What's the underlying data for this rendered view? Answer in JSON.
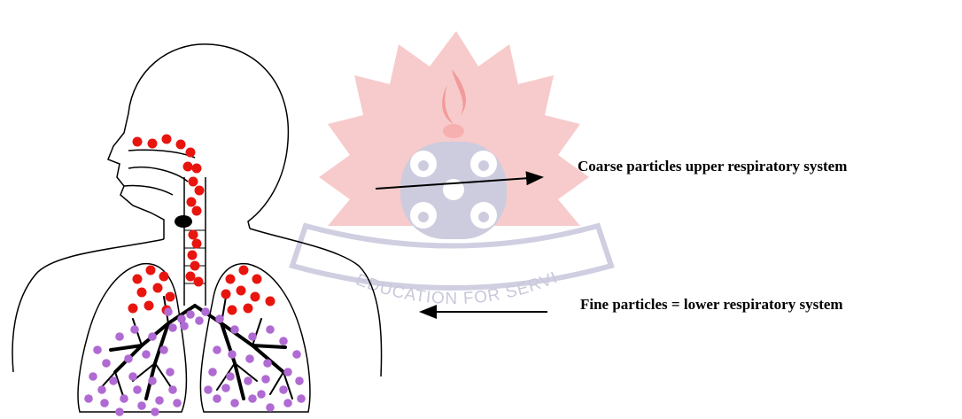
{
  "labels": {
    "coarse": "Coarse particles upper respiratory system",
    "fine": "Fine particles = lower respiratory system"
  },
  "watermark": {
    "motto": "EDUCATION FOR SERVICE"
  },
  "colors": {
    "coarse_particle": "#e8150f",
    "fine_particle": "#b06ad3",
    "outline": "#000000",
    "watermark_red": "#f4b3b3",
    "watermark_blue": "#c7c7dc"
  }
}
